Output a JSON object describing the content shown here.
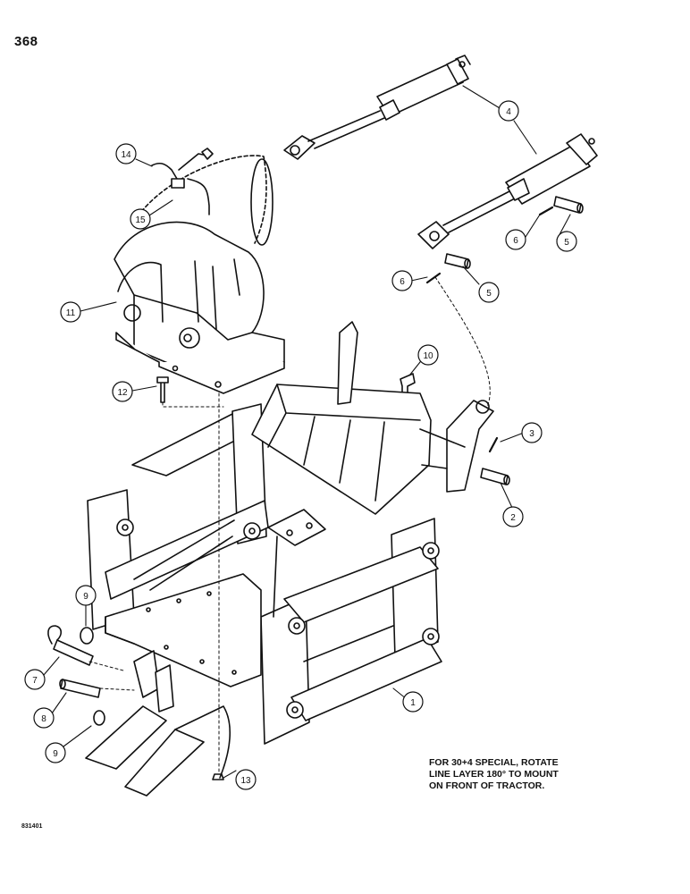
{
  "page": {
    "number": "368",
    "figure_code": "831401"
  },
  "note": {
    "lines": [
      "FOR 30+4 SPECIAL, ROTATE",
      "LINE LAYER 180° TO MOUNT",
      "ON FRONT OF TRACTOR."
    ]
  },
  "callouts": [
    "14",
    "15",
    "11",
    "12",
    "4",
    "6",
    "5",
    "6",
    "5",
    "10",
    "3",
    "2",
    "9",
    "7",
    "8",
    "9",
    "13",
    "1"
  ]
}
